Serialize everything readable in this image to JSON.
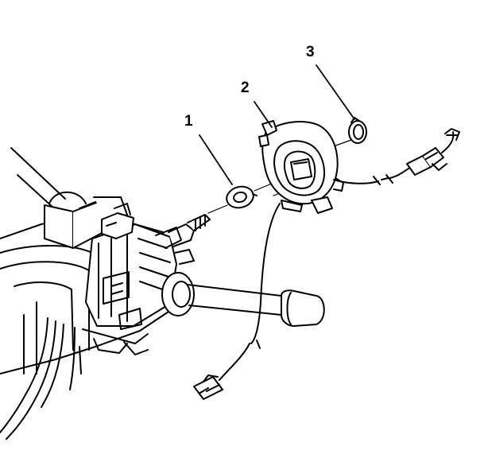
{
  "callouts": {
    "one": "1",
    "two": "2",
    "three": "3"
  },
  "colors": {
    "ink": "#000000",
    "paper": "#ffffff"
  }
}
